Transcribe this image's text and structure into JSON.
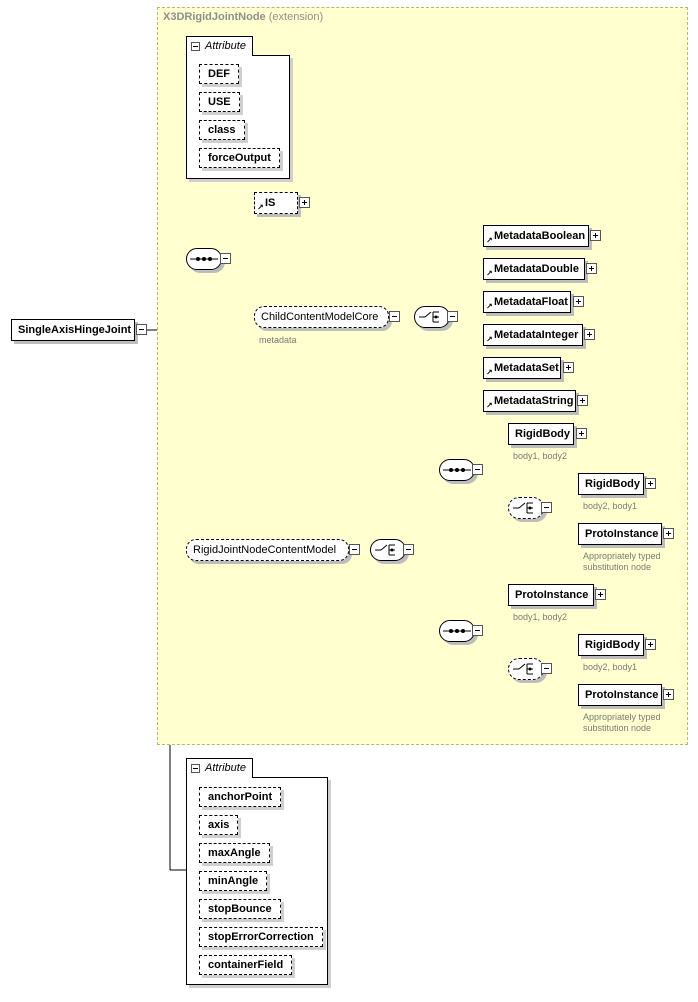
{
  "extension": {
    "name": "X3DRigidJointNode",
    "suffix": "(extension)"
  },
  "root": {
    "name": "SingleAxisHingeJoint"
  },
  "attributes_top": {
    "label": "Attribute",
    "items": [
      "DEF",
      "USE",
      "class",
      "forceOutput"
    ]
  },
  "is_element": {
    "name": "IS"
  },
  "child_content": {
    "name": "ChildContentModelCore",
    "sub": "metadata"
  },
  "metadata": [
    "MetadataBoolean",
    "MetadataDouble",
    "MetadataFloat",
    "MetadataInteger",
    "MetadataSet",
    "MetadataString"
  ],
  "rigid_content": {
    "name": "RigidJointNodeContentModel"
  },
  "seq1": {
    "first": {
      "name": "RigidBody",
      "sub": "body1, body2"
    },
    "opt1": {
      "name": "RigidBody",
      "sub": "body2, body1"
    },
    "opt2": {
      "name": "ProtoInstance",
      "sub1": "Appropriately typed",
      "sub2": "substitution node"
    }
  },
  "seq2": {
    "first": {
      "name": "ProtoInstance",
      "sub": "body1, body2"
    },
    "opt1": {
      "name": "RigidBody",
      "sub": "body2, body1"
    },
    "opt2": {
      "name": "ProtoInstance",
      "sub1": "Appropriately typed",
      "sub2": "substitution node"
    }
  },
  "attributes_bottom": {
    "label": "Attribute",
    "items": [
      "anchorPoint",
      "axis",
      "maxAngle",
      "minAngle",
      "stopBounce",
      "stopErrorCorrection",
      "containerField"
    ]
  }
}
